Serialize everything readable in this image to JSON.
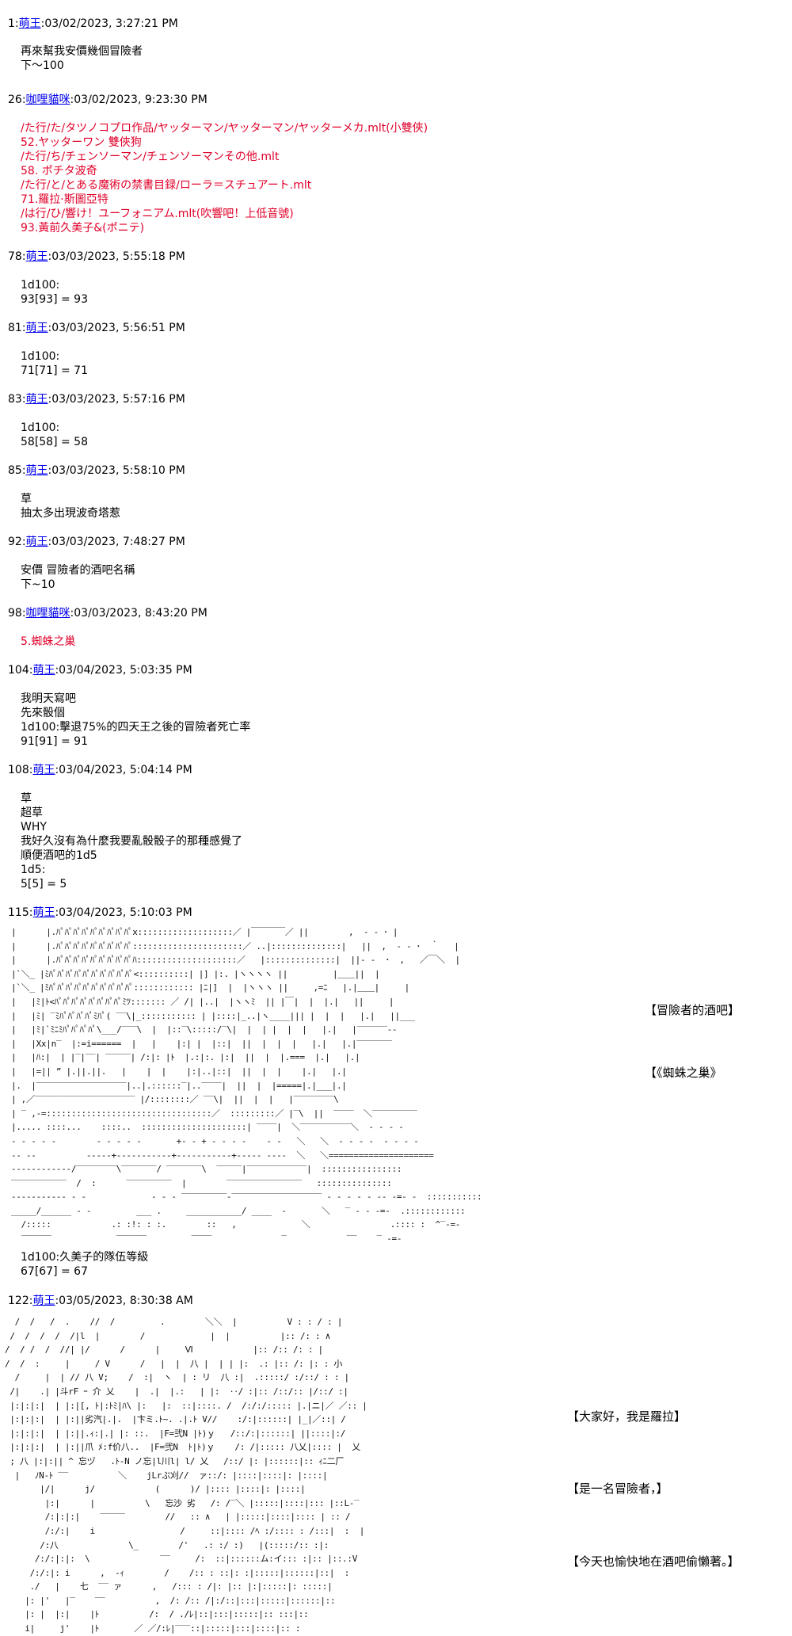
{
  "posts": [
    {
      "num": "1:",
      "name": "萌王",
      "date": ":03/02/2023, 3:27:21 PM",
      "lines": [
        "再來幫我安價幾個冒險者",
        "下～100"
      ]
    },
    {
      "num": "26:",
      "name": "咖哩貓咪",
      "date": ":03/02/2023, 9:23:30 PM",
      "lines": [
        "/た行/た/タツノコプロ作品/ヤッターマン/ヤッターマン/ヤッターメカ.mlt(小雙俠)",
        "52.ヤッターワン 雙俠狗",
        "/た行/ち/チェンソーマン/チェンソーマンその他.mlt",
        "58. ポチタ波奇",
        "/た行/と/とある魔術の禁書目録/ローラ＝スチュアート.mlt",
        "71.羅拉·斯圖亞特",
        "/は行/ひ/響け！ユーフォニアム.mlt(吹響吧！上低音號)",
        "93.黃前久美子&(ポニテ)"
      ]
    },
    {
      "num": "78:",
      "name": "萌王",
      "date": ":03/03/2023, 5:55:18 PM",
      "lines": [
        "1d100:",
        "93[93] = 93"
      ]
    },
    {
      "num": "81:",
      "name": "萌王",
      "date": ":03/03/2023, 5:56:51 PM",
      "lines": [
        "1d100:",
        "71[71] = 71"
      ]
    },
    {
      "num": "83:",
      "name": "萌王",
      "date": ":03/03/2023, 5:57:16 PM",
      "lines": [
        "1d100:",
        "58[58] = 58"
      ]
    },
    {
      "num": "85:",
      "name": "萌王",
      "date": ":03/03/2023, 5:58:10 PM",
      "lines": [
        "草",
        "抽太多出現波奇塔惹"
      ]
    },
    {
      "num": "92:",
      "name": "萌王",
      "date": ":03/03/2023, 7:48:27 PM",
      "lines": [
        "安價 冒險者的酒吧名稱",
        "下~10"
      ]
    },
    {
      "num": "98:",
      "name": "咖哩貓咪",
      "date": ":03/03/2023, 8:43:20 PM",
      "lines": [
        "5.蜘蛛之巢"
      ]
    },
    {
      "num": "104:",
      "name": "萌王",
      "date": ":03/04/2023, 5:03:35 PM",
      "lines": [
        "我明天寫吧",
        "先來骰個",
        "1d100:擊退75%的四天王之後的冒險者死亡率",
        "91[91] = 91"
      ]
    },
    {
      "num": "108:",
      "name": "萌王",
      "date": ":03/04/2023, 5:04:14 PM",
      "lines": [
        "草",
        "超草",
        "WHY",
        "我好久沒有為什麼我要亂骰骰子的那種感覺了",
        "順便酒吧的1d5",
        "1d5:",
        "5[5] = 5"
      ]
    },
    {
      "num": "115:",
      "name": "萌王",
      "date": ":03/04/2023, 5:10:03 PM",
      "lines": [
        "1d100:久美子的隊伍等級",
        "67[67] = 67"
      ],
      "captions": [
        "【冒險者的酒吧】",
        "【《蜘蛛之巢》"
      ]
    },
    {
      "num": "122:",
      "name": "萌王",
      "date": ":03/05/2023, 8:30:38 AM",
      "captions": [
        "【大家好，我是羅拉】",
        "【是一名冒險者，】",
        "【今天也愉快地在酒吧偷懶著。】"
      ]
    }
  ],
  "art": {
    "tavern": "|      |.ﾊﾟﾊﾟﾊﾟﾊﾟﾊﾟﾊﾟﾊﾟﾊﾟﾊﾟx:::::::::::::::::::／ |￣￣￣￣／ ||        ,  - ‐ ･ |\n|      |.ﾊﾟﾊﾟﾊﾟﾊﾟﾊﾟﾊﾟﾊﾟﾊﾟﾊﾟ::::::::::::::::::::::／ ..|::::::::::::::|   ||  ,  - ‐ ･  ｀   |\n|      |.ﾊﾟﾊﾟﾊﾟﾊﾟﾊﾟﾊﾟﾊﾟﾊﾟﾊﾟﾊ::::::::::::::::::::／   |::::::::::::::|  ||- ‐  ･  ,   ／￣＼  |\n|`＼_ |ﾐﾊﾟﾊﾟﾊﾟﾊﾟﾊﾟﾊﾟﾊﾟﾊﾟﾊﾟﾊﾟ<::::::::::| |] |:. |ヽヽヽヽ ||         |＿＿||  |\n|`＼_ |ﾐﾊﾟﾊﾟﾊﾟﾊﾟﾊﾟﾊﾟﾊﾟﾊﾟﾊﾟﾊﾟ:::::::::::: |ﾆ|]  |  |ヽヽヽ ||     ,=ﾆ   |.|＿＿|     |\n|   |ﾐ|ﾄ<ﾊﾟﾊﾟﾊﾟﾊﾟﾊﾟﾊﾟﾊﾟﾊﾟﾐﾂ::::::: ／ /| |..|  |ヽヽﾐ  || |￣|  |  |.|   ||     |\n|   |ﾐ| ‾ﾐﾊﾟﾊﾟﾊﾟﾊﾟﾐﾊﾟ( ‾‾\\|_::::::::::: | |::::|_..|ヽ____||| |  |  |   |.|   ||___\n|   |ﾐ|`ﾐﾆﾐﾊﾟﾊﾟﾊﾟﾊﾟ\\___/‾‾‾\\  |  |::‾\\:::::/‾\\|  |  | |  |  |   |.|   |‾‾‾‾‾‾--\n|   |Xx|n‾  |:=i======  |   |    |:| |  |::|  ||  |  |  |   |.|   |.|‾‾‾‾‾‾‾\n|   |ﾊ:|  | |‾|‾‾| ‾‾‾‾‾| /:|: |ﾄ  |.:|:. |:|  ||  |  |.===  |.|   |.| \n|   |=|| ” |.||.||.   |    |  |    |:|..|::|  ||  |  |    |.|   |.|\n|.  |‾‾‾‾‾‾‾‾‾‾‾‾‾‾‾‾‾‾|..|.::::::‾|..‾‾‾‾|  ||  |  |=====|.|___|.|\n| ,／‾‾‾‾‾‾‾‾‾‾‾‾‾‾‾‾‾‾‾‾ |/::::::::／ ‾‾\\|  ||  |  |   |‾‾‾‾‾‾‾‾\\\n| ‾ ,-=:::::::::::::::::::::::::::::::::／  :::::::::／ |‾\\  ||  ‾‾‾‾  ＼‾‾‾‾‾‾‾‾‾\n|..... ::::...    ::::..  :::::::::::::::::::::| ‾‾‾‾|  ＼‾‾‾‾‾‾‾‾‾‾＼  - - - -\n- - - - -        - - - - -       +- - + - - - -    - -   ＼   ＼  - - - -  - - - -\n-- --          -----+-----------+-----------+----- ----  ＼   ＼=====================\n------------/‾‾‾‾‾‾‾‾\\‾‾‾‾‾‾‾/ ‾‾‾‾‾‾‾\\  ‾‾‾‾‾|‾‾‾‾‾‾‾‾‾‾‾‾|  ::::::::::::::::\n‾‾‾‾‾‾‾‾‾‾‾  /  :      ‾‾‾‾‾‾‾‾‾  |        ‾‾‾‾‾‾‾‾‾‾‾‾‾‾‾   :::::::::::::::\n----------- - -             - - - ‾‾‾‾‾‾‾‾‾-‾‾‾‾‾‾‾‾‾‾‾‾‾‾‾‾‾‾ - - - - - -- -=- -  :::::::::::\n_____/______ - -         ___ .     ___________/ ____  -       ＼   ‾ - - -=-  .::::::::::::\n  /:::::            .: :!: : :.        ::   ,             ＼                .:::: :  ^‾-=-\n  ‾‾‾‾‾‾             ‾‾‾‾‾‾         ‾‾‾‾              ‾            ‾‾    ‾ -=-",
    "lola": "  /  /   /  .    //  /         .        ＼＼  |          V : : / : |\n /  /  /  /  /|l  |        /             |  |          |:: /: : ∧\n/  / /  /  //| |/      /      |     Ⅵ            |:: /:: /: : |\n/  /  :     |     / V      /   |  |  八 |  | | |:  .: |:: /: |: : 小\n  /     |  | // 八 V;    /  :|  ヽ  | : リ  八 :|  .:::::/ :/::/ : : |\n /|    .| |斗rF ｰ 介 乂    |  .|  |.:   | |:  ‥/ :|:: /::/:: |/::/ :|\n |:|:|:|  | |:|[, ﾄ|:ﾄﾐ|ﾊ\\ |:   |:  ::|::::. /  /:/:/::::: |.|ニ|／ ／:: |\n |:|:|:|  | |:||劣汽|.|.  |卞ミ.ﾄ~. .|.ﾄ V//    :/:|::::::| |_|／::| /\n |:|:|:|  | |:||.ｨ:|.| |: ::.  |F=弐N |ﾄ)ｙ   /::/:|::::::| ||::::|:/\n |:|:|:|  | |:||爪 ﾒ:f价八..  |F=弐N  ﾄ|ﾄ)ｙ    /: /|::::: 八乂|:::: |  乂\n ; 八 |:|:|| ^ 忘ヅ   .ﾄ-N ノ忘|l川l| l/ 乂   /::/ |: |::::::|:: ｨﾆ二厂\n  |   ﾉN-ﾄ ‾‾          ＼    jLrぶ刈//  ァ::/: |::::|::::|: |::::|\n       |/|      j/            (      )/ |:::: |::::|: |::::|\n        |:|      |          \\   忘沙 劣   /: /‾＼ |:::::|::::|::: |::L-‾\n        /:|:|:|    ‾‾‾‾‾        //   :: ∧   | |:::::|::::|:::: | :: /\n        /:/:|    i                 /     ::|:::: /ﾍ :/:::: : /:::|  :  |\n       /:八              \\_        /'   .: :/ :)   |(:::::/:: :|:\n      /:/:|:|:  \\              ‾‾     /:  ::|::::::ム:イ::: :|:: |::.:V\n     /:/:|: i      ,  -ｨ        /    /:: : ::|: :|:::::|::::::|::|  :\n     ./   |    七  ‾‾ ァ      ,   /::: : /|: |:: |:|:::::|: :::::|\n    |: |'   |‾    ‾‾          ,  /: /:: /|:/::|:::|:::::|::::::|::\n    |: |  |:|    |ﾄ          /:  / ./ﾚ|::|:::|:::::|:: :::|::\n    i|     j'    |ﾄ       ／ ／/:ﾚ|‾‾‾::|:::::|:::|::::|:: :"
  }
}
